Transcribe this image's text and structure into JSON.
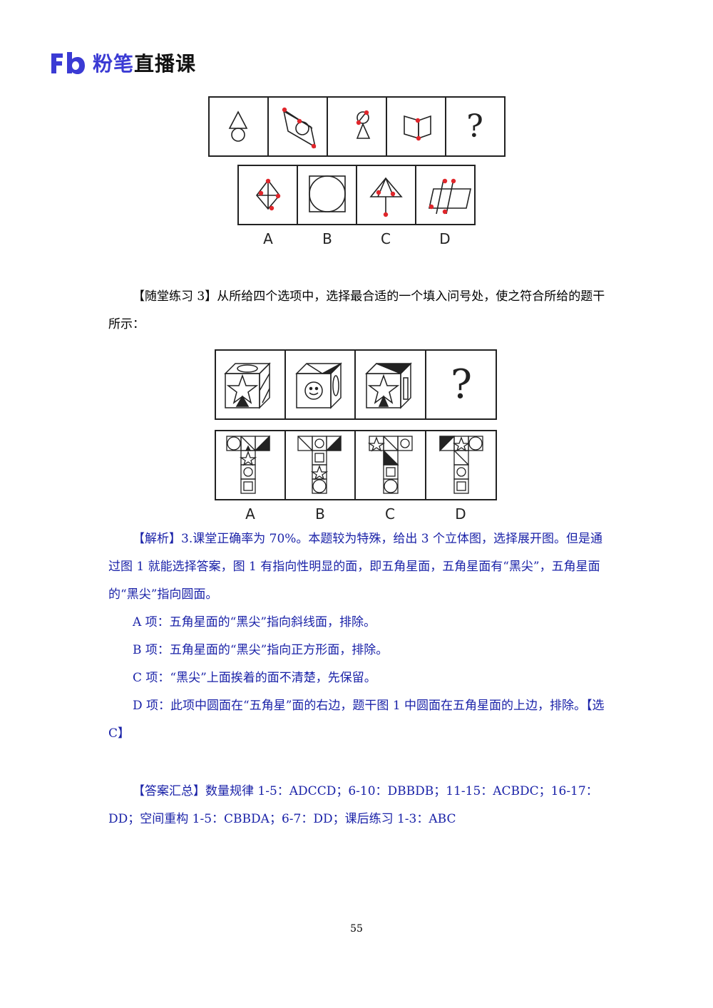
{
  "header": {
    "brand": "粉笔",
    "product": "直播课"
  },
  "figure1": {
    "question_mark": "?",
    "options": [
      "A",
      "B",
      "C",
      "D"
    ]
  },
  "practice": {
    "label": "【随堂练习 3】",
    "text": "从所给四个选项中，选择最合适的一个填入问号处，使之符合所给的题干所示："
  },
  "figure2": {
    "question_mark": "?",
    "options": [
      "A",
      "B",
      "C",
      "D"
    ]
  },
  "analysis": {
    "label": "【解析】",
    "text": "3.课堂正确率为 70%。本题较为特殊，给出 3 个立体图，选择展开图。但是通过图 1 就能选择答案，图 1 有指向性明显的面，即五角星面，五角星面有“黑尖”，五角星面的“黑尖”指向圆面。",
    "items": [
      "A 项：五角星面的“黑尖”指向斜线面，排除。",
      "B 项：五角星面的“黑尖”指向正方形面，排除。",
      "C 项：“黑尖”上面挨着的面不清楚，先保留。",
      "D 项：此项中圆面在“五角星”面的右边，题干图 1 中圆面在五角星面的上边，排除。"
    ],
    "answer": "【选 C】"
  },
  "summary": {
    "label": "【答案汇总】",
    "text": "数量规律 1-5：ADCCD；6-10：DBBDB；11-15：ACBDC；16-17：DD；空间重构 1-5：CBBDA；6-7：DD；课后练习 1-3：ABC"
  },
  "page_number": "55",
  "colors": {
    "brand_blue": "#3b3bd4",
    "analysis_blue": "#1a22a8",
    "dot_red": "#e0262b"
  }
}
